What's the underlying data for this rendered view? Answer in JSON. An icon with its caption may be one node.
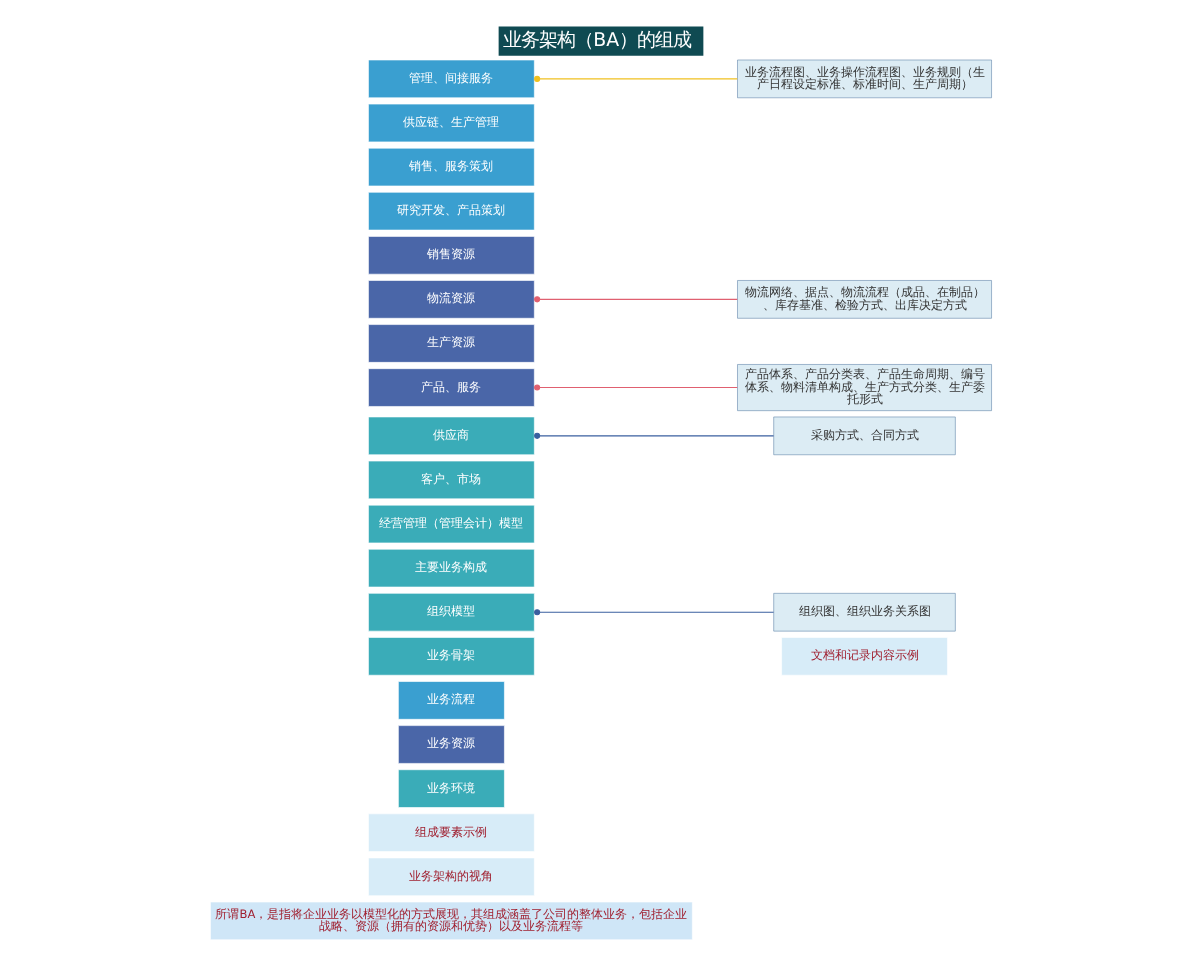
{
  "diagram": {
    "title": "业务架构（BA）的组成",
    "nodes": [
      {
        "text": [
          "业务环境"
        ]
      },
      {
        "text": [
          "业务资源"
        ]
      },
      {
        "text": [
          "业务流程"
        ]
      },
      {
        "text": [
          "业务骨架"
        ]
      },
      {
        "text": [
          "组织模型"
        ]
      },
      {
        "text": [
          "主要业务构成"
        ]
      },
      {
        "text": [
          "经营管理（管理会计）模型"
        ]
      },
      {
        "text": [
          "客户、市场"
        ]
      },
      {
        "text": [
          "供应商"
        ]
      },
      {
        "text": [
          "产品、服务"
        ]
      },
      {
        "text": [
          "生产资源"
        ]
      },
      {
        "text": [
          "物流资源"
        ]
      },
      {
        "text": [
          "销售资源"
        ]
      },
      {
        "text": [
          "研究开发、产品策划"
        ]
      },
      {
        "text": [
          "销售、服务策划"
        ]
      },
      {
        "text": [
          "供应链、生产管理"
        ]
      },
      {
        "text": [
          "管理、间接服务"
        ]
      },
      {
        "text": [
          "组织图、组织业务关系图"
        ]
      },
      {
        "text": [
          "采购方式、合同方式"
        ]
      },
      {
        "text": [
          "产品体系、产品分类表、产品生命周期、编号体系、物料清单构成、生产方式分类、生产委托形式"
        ]
      },
      {
        "text": [
          "物流网络、据点、物流流程（成品、在制品）、库存基准、检验方式、出库决定方式"
        ]
      },
      {
        "text": [
          "业务流程图、业务操作流程图、业务规则（生产日程设定标准、标准时间、生产周期）"
        ]
      }
    ],
    "edges": [
      {
        "from": 4,
        "to": 17,
        "arrow": "other",
        "color": "#3a5f9f"
      },
      {
        "from": 8,
        "to": 18,
        "arrow": "other",
        "color": "#3a5f9f"
      },
      {
        "from": 9,
        "to": 19,
        "arrow": "other",
        "color": "#e06070"
      },
      {
        "from": 11,
        "to": 20,
        "arrow": "other",
        "color": "#e06070"
      },
      {
        "from": 16,
        "to": 21,
        "arrow": "other",
        "color": "#f0c020"
      }
    ],
    "labels": [
      "所谓BA，是指将企业业务以模型化的方式展现，其组成涵盖了公司的整体业务，包括企业战略、资源（拥有的资源和优势）以及业务流程等",
      "业务架构的视角",
      "组成要素示例",
      "文档和记录内容示例"
    ]
  }
}
